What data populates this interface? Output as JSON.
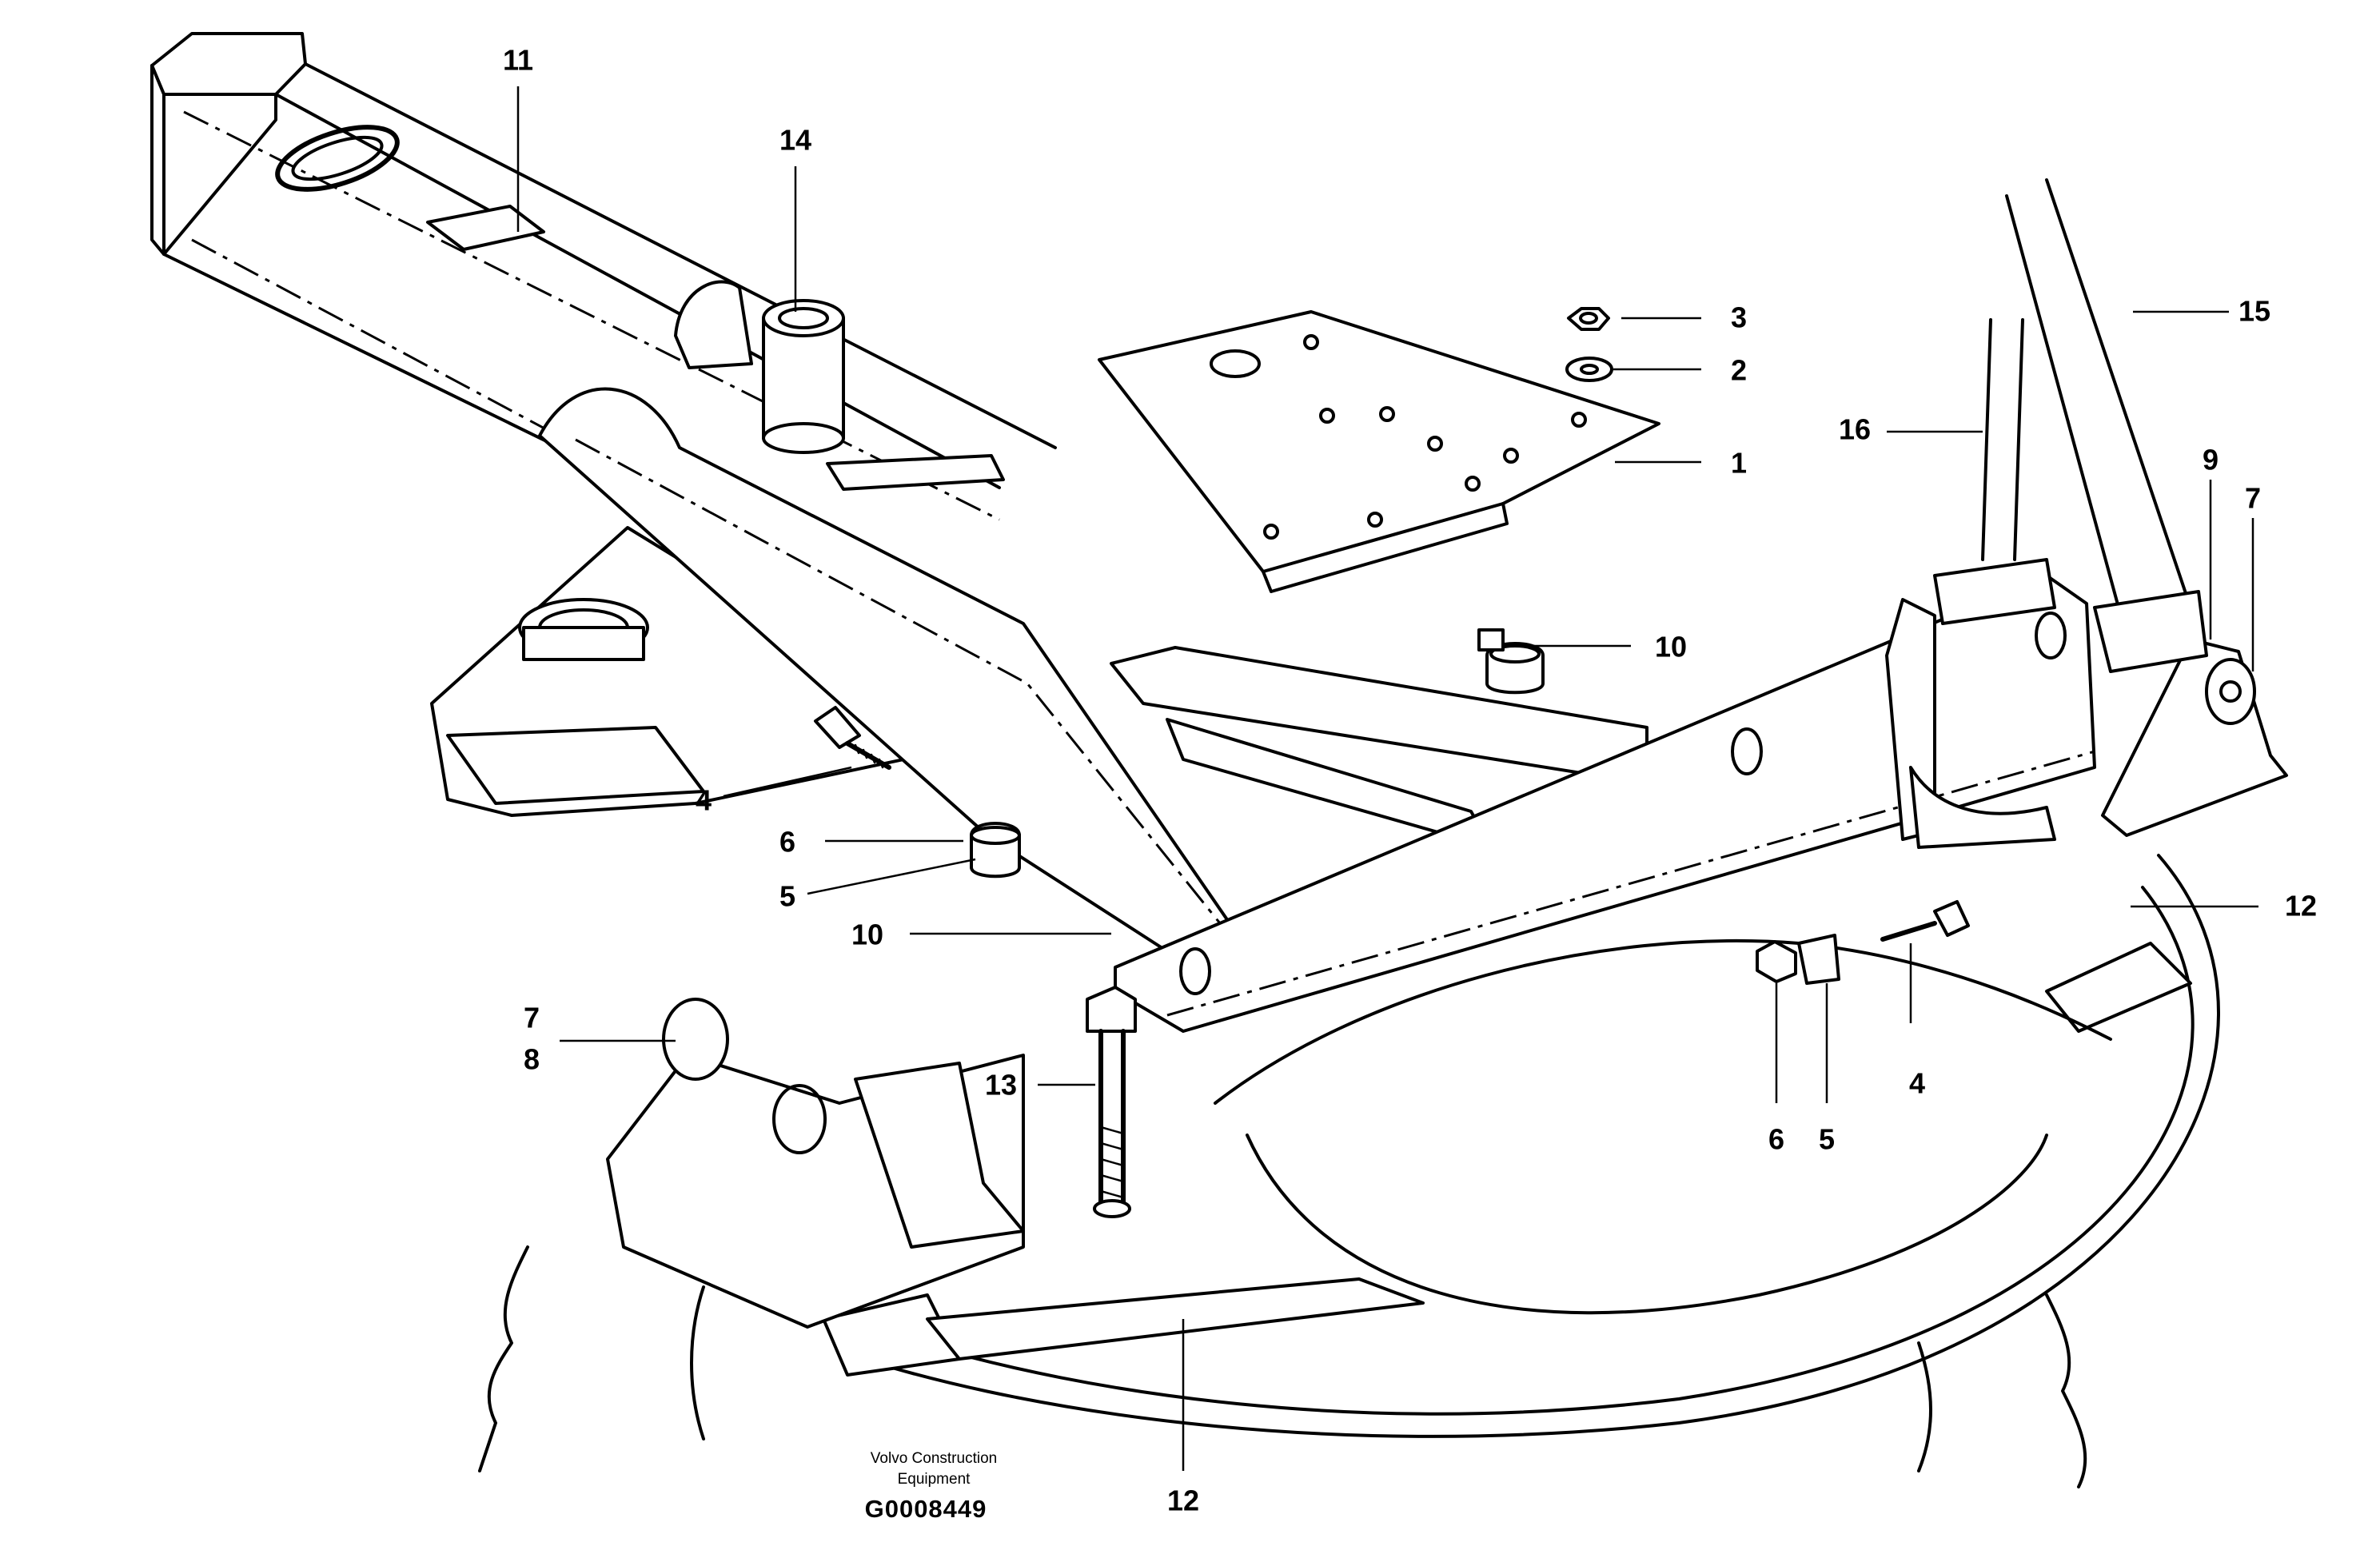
{
  "callouts": [
    {
      "id": "c11a",
      "text": "11"
    },
    {
      "id": "c14",
      "text": "14"
    },
    {
      "id": "c3",
      "text": "3"
    },
    {
      "id": "c2",
      "text": "2"
    },
    {
      "id": "c15",
      "text": "15"
    },
    {
      "id": "c16",
      "text": "16"
    },
    {
      "id": "c1",
      "text": "1"
    },
    {
      "id": "c9",
      "text": "9"
    },
    {
      "id": "c7a",
      "text": "7"
    },
    {
      "id": "c10a",
      "text": "10"
    },
    {
      "id": "c4a",
      "text": "4"
    },
    {
      "id": "c6a",
      "text": "6"
    },
    {
      "id": "c5a",
      "text": "5"
    },
    {
      "id": "c10b",
      "text": "10"
    },
    {
      "id": "c12a",
      "text": "12"
    },
    {
      "id": "c7b",
      "text": "7"
    },
    {
      "id": "c8",
      "text": "8"
    },
    {
      "id": "c13",
      "text": "13"
    },
    {
      "id": "c6b",
      "text": "6"
    },
    {
      "id": "c5b",
      "text": "5"
    },
    {
      "id": "c4b",
      "text": "4"
    },
    {
      "id": "c12b",
      "text": "12"
    }
  ],
  "credit": {
    "line1": "Volvo Construction",
    "line2": "Equipment",
    "code": "G0008449"
  }
}
